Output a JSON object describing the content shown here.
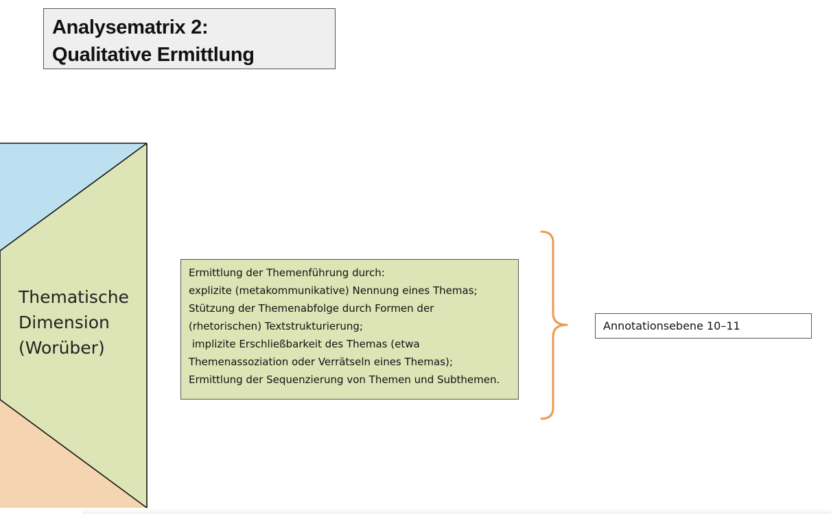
{
  "title": {
    "line1": "Analysematrix 2:",
    "line2": "Qualitative Ermittlung"
  },
  "dimension": {
    "line1": "Thematische",
    "line2": "Dimension",
    "line3": "(Worüber)"
  },
  "description": {
    "lines": [
      "Ermittlung der Themenführung durch:",
      "explizite (metakommunikative) Nennung eines Themas;",
      "Stützung der Themenabfolge durch Formen der",
      "(rhetorischen) Textstrukturierung;",
      " implizite Erschließbarkeit des Themas (etwa",
      "Themenassoziation oder Verrätseln eines Themas);",
      "Ermittlung der Sequenzierung von Themen und Subthemen."
    ]
  },
  "annotation": {
    "label": "Annotationsebene 10–11"
  },
  "colors": {
    "blue_triangle": "#bde0f0",
    "green_panel": "#dde4b5",
    "orange_triangle": "#f5d5b1",
    "brace": "#eb9a4e",
    "title_bg": "#efefef"
  }
}
